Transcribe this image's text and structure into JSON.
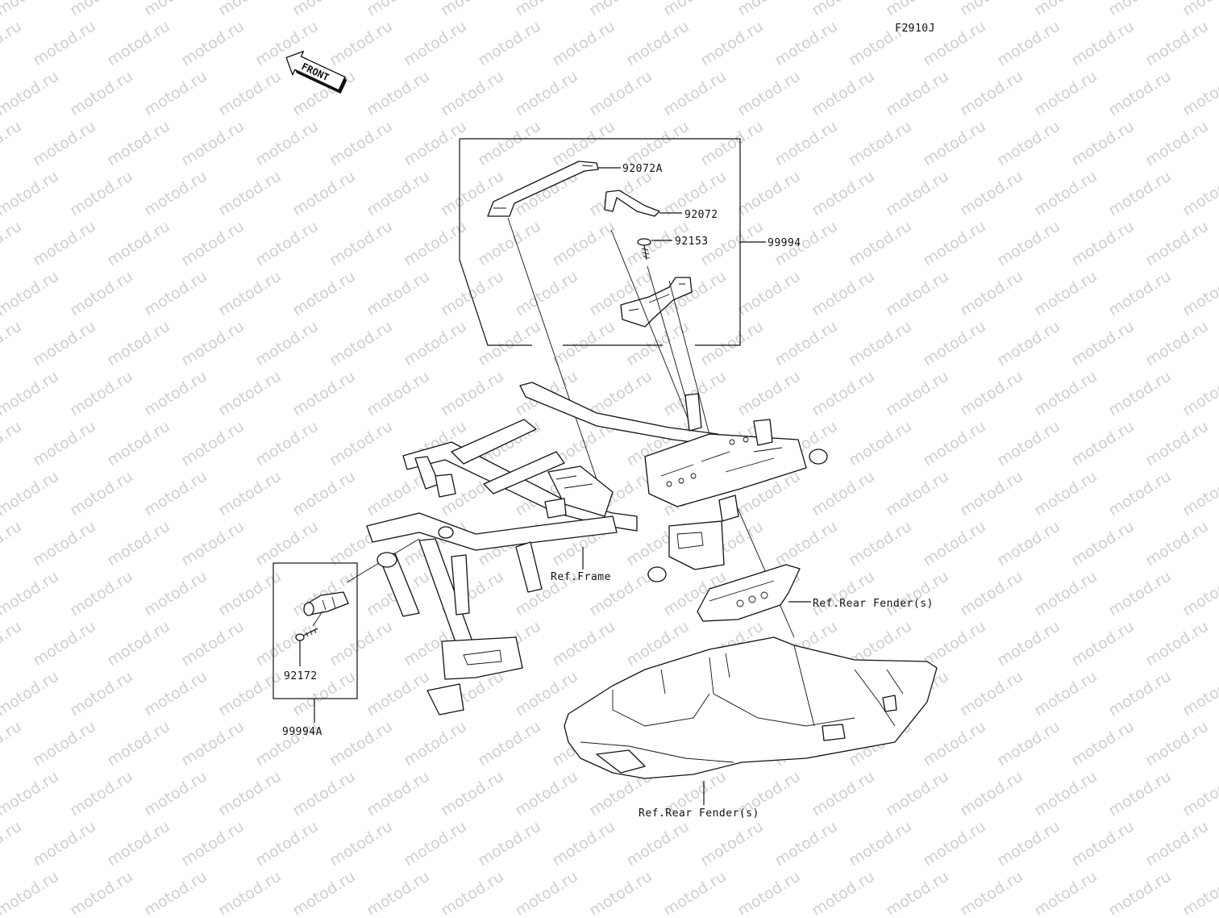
{
  "diagram": {
    "code": "F2910J",
    "watermark": "motod.ru",
    "front_marker": "FRONT",
    "callouts": {
      "p92072A": "92072A",
      "p92072": "92072",
      "p92153": "92153",
      "p99994": "99994",
      "p92172": "92172",
      "p99994A": "99994A",
      "ref_frame": "Ref.Frame",
      "ref_rear_fender_1": "Ref.Rear Fender(s)",
      "ref_rear_fender_2": "Ref.Rear Fender(s)"
    }
  }
}
